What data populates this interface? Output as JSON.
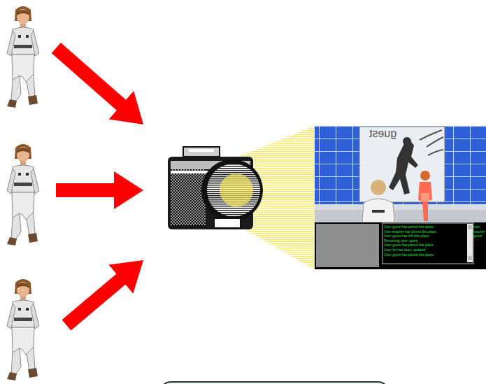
{
  "diagram": {
    "nodes": [
      {
        "text": [
          "User guest has joined this place.",
          "User teacher has joined this place.",
          "User guest has left this place.",
          "Removing user: guest",
          "User guest has joined this place.",
          "User list has been updated.",
          "User guest has joined this place."
        ]
      },
      {
        "text": [
          "root",
          "teacher",
          "guest"
        ]
      }
    ],
    "labels": [
      "guest"
    ]
  }
}
